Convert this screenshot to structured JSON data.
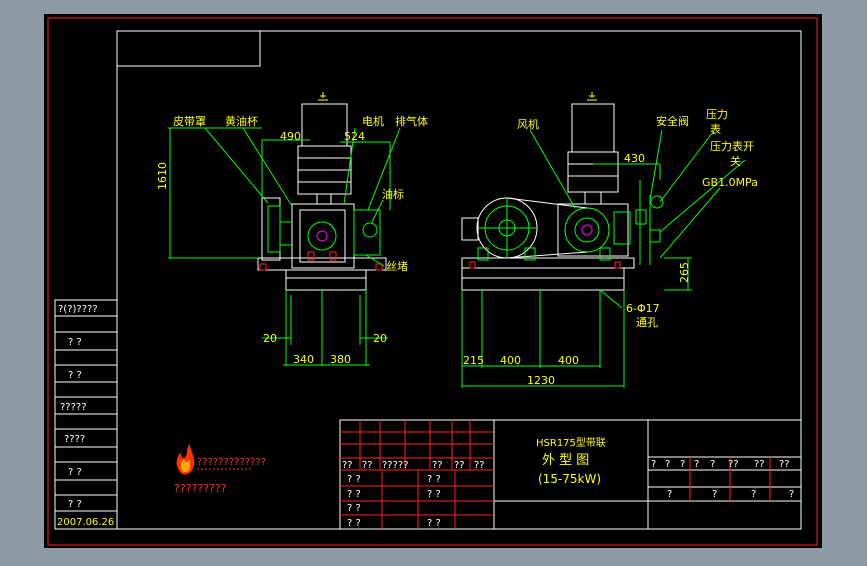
{
  "colors": {
    "background": "#8e9aa4",
    "paper": "#000000",
    "frame": "#ff0000",
    "border": "#ffffff",
    "drawing": "#ffffff",
    "dimension": "#00ff00",
    "leader": "#00ff00",
    "label": "#ffff00",
    "accent": "#ff00ff"
  },
  "left_view": {
    "labels": {
      "belt_guard": "皮带罩",
      "oil_cup": "黄油杯",
      "motor": "电机",
      "exhaust_body": "排气体",
      "oil_gauge": "油标",
      "drain": "丝堵"
    },
    "dims": {
      "d490": "490",
      "d524": "524",
      "d1610": "1610",
      "d20_left": "20",
      "d20_right": "20",
      "d340": "340",
      "d380": "380"
    }
  },
  "right_view": {
    "labels": {
      "blower": "风机",
      "safety_valve": "安全阀",
      "pressure_gauge_1": "压力",
      "pressure_gauge_2": "表",
      "gauge_switch_1": "压力表开",
      "gauge_switch_2": "关",
      "gb_spec": "GB1.0MPa",
      "holes_1": "6-Φ17",
      "holes_2": "通孔"
    },
    "dims": {
      "d430": "430",
      "d265": "265",
      "d215": "215",
      "d400a": "400",
      "d400b": "400",
      "d1230": "1230"
    }
  },
  "title_block": {
    "model": "HSR175型带联",
    "drawing_name": "外 型 图",
    "power_range": "(15-75kW)",
    "row_a": [
      "??",
      "??",
      "?????",
      "??",
      "??",
      "??"
    ],
    "row_b": [
      "? ?",
      "? ?"
    ],
    "row_c": [
      "? ?",
      "? ?"
    ],
    "row_d": [
      "? ?"
    ],
    "row_e": [
      "? ?",
      "? ?"
    ],
    "right_top": [
      "?",
      "?",
      "?",
      "?",
      "?",
      "??",
      "??",
      "??"
    ],
    "right_bottom": [
      "?",
      "?",
      "?",
      "?"
    ]
  },
  "side_strip": {
    "cells": [
      "?(?)????",
      "?  ?",
      "?  ?",
      "?????",
      "????",
      "?  ?",
      "?  ?"
    ],
    "date": "2007.06.26"
  },
  "logo": {
    "name": "flame-logo",
    "line1": "?????????????",
    "line2": "?????????"
  }
}
